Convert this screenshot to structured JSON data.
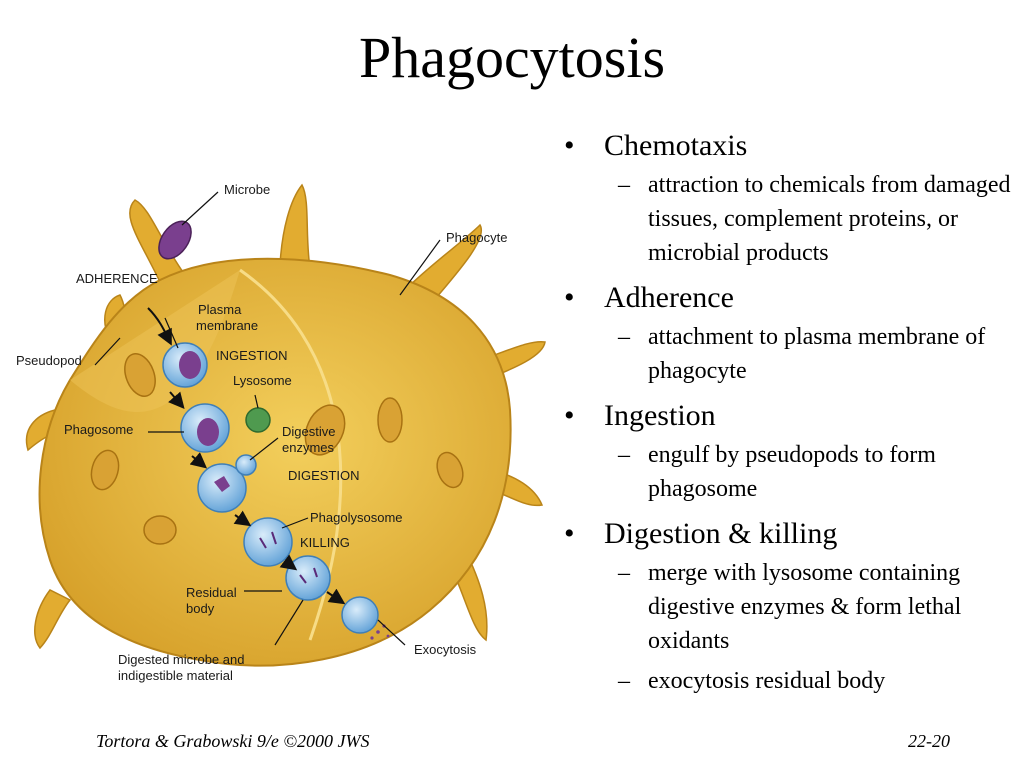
{
  "title": "Phagocytosis",
  "figure": {
    "labels": {
      "microbe": "Microbe",
      "phagocyte": "Phagocyte",
      "adherence": "ADHERENCE",
      "plasma_membrane_1": "Plasma",
      "plasma_membrane_2": "membrane",
      "ingestion": "INGESTION",
      "pseudopod": "Pseudopod",
      "lysosome": "Lysosome",
      "phagosome": "Phagosome",
      "digestive_enzymes_1": "Digestive",
      "digestive_enzymes_2": "enzymes",
      "digestion": "DIGESTION",
      "phagolysosome": "Phagolysosome",
      "killing": "KILLING",
      "residual_body_1": "Residual",
      "residual_body_2": "body",
      "exocytosis": "Exocytosis",
      "digested_1": "Digested microbe and",
      "digested_2": "indigestible material"
    },
    "colors": {
      "cell": "#e8b838",
      "cell_dark": "#c98f1a",
      "microbe": "#7a3f8e",
      "vesicle": "#8fc1e8",
      "lysosome": "#4f9a4f"
    }
  },
  "bullets": [
    {
      "text": "Chemotaxis",
      "subs": [
        "attraction to chemicals from damaged tissues, complement proteins, or microbial products"
      ]
    },
    {
      "text": "Adherence",
      "subs": [
        "attachment to plasma membrane of phagocyte"
      ]
    },
    {
      "text": "Ingestion",
      "subs": [
        "engulf by pseudopods to form phagosome"
      ]
    },
    {
      "text": "Digestion & killing",
      "subs": [
        "merge with lysosome containing digestive enzymes & form lethal oxidants",
        "exocytosis residual body"
      ]
    }
  ],
  "footer": {
    "left": "Tortora & Grabowski 9/e ©2000 JWS",
    "right": "22-20"
  }
}
